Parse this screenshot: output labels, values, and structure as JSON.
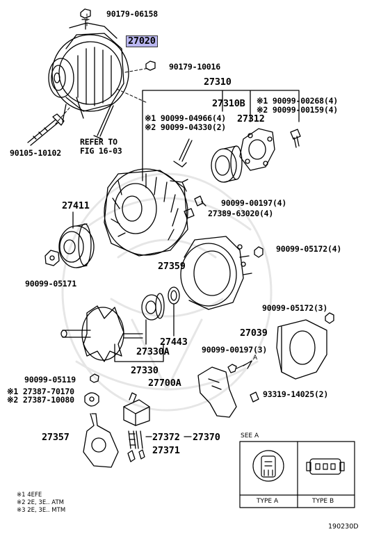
{
  "parts": [
    {
      "key": "p1",
      "text": "90179-06158"
    },
    {
      "key": "p2",
      "text": "27020"
    },
    {
      "key": "p3",
      "text": "90179-10016"
    },
    {
      "key": "p4",
      "text": "27310"
    },
    {
      "key": "p5",
      "text": "27310B"
    },
    {
      "key": "p6",
      "text": "※1 90099-00268(4)"
    },
    {
      "key": "p7",
      "text": "※2 90099-00159(4)"
    },
    {
      "key": "p8",
      "text": "27312"
    },
    {
      "key": "p9",
      "text": "※1 90099-04966(4)"
    },
    {
      "key": "p10",
      "text": "※2 90099-04330(2)"
    },
    {
      "key": "p11",
      "text": "REFER TO"
    },
    {
      "key": "p12",
      "text": "FIG 16-03"
    },
    {
      "key": "p13",
      "text": "90105-10102"
    },
    {
      "key": "p14",
      "text": "90099-00197(4)"
    },
    {
      "key": "p15",
      "text": "27411"
    },
    {
      "key": "p16",
      "text": "27389-63020(4)"
    },
    {
      "key": "p17",
      "text": "90099-05172(4)"
    },
    {
      "key": "p18",
      "text": "27359"
    },
    {
      "key": "p19",
      "text": "90099-05171"
    },
    {
      "key": "p20",
      "text": "90099-05172(3)"
    },
    {
      "key": "p21",
      "text": "27443"
    },
    {
      "key": "p22",
      "text": "27039"
    },
    {
      "key": "p23",
      "text": "27330A"
    },
    {
      "key": "p24",
      "text": "90099-00197(3)"
    },
    {
      "key": "p25",
      "text": "27330"
    },
    {
      "key": "p26",
      "text": "90099-05119"
    },
    {
      "key": "p27",
      "text": "27700A"
    },
    {
      "key": "p28",
      "text": "※1 27387-70170"
    },
    {
      "key": "p29",
      "text": "※2 27387-10080"
    },
    {
      "key": "p30",
      "text": "93319-14025(2)"
    },
    {
      "key": "p31",
      "text": "27357"
    },
    {
      "key": "p32",
      "text": "27372"
    },
    {
      "key": "p33",
      "text": "27370"
    },
    {
      "key": "p34",
      "text": "27371"
    }
  ],
  "see_a": {
    "title": "SEE A",
    "type_a": "TYPE A",
    "type_b": "TYPE B",
    "arrow_label": "A"
  },
  "notes": [
    "※1  4EFE",
    "※2  2E, 3E.. ATM",
    "※3  2E, 3E.. MTM"
  ],
  "figure_id": "190230D",
  "colors": {
    "highlight": "#b9b6f0",
    "ink": "#000000"
  }
}
